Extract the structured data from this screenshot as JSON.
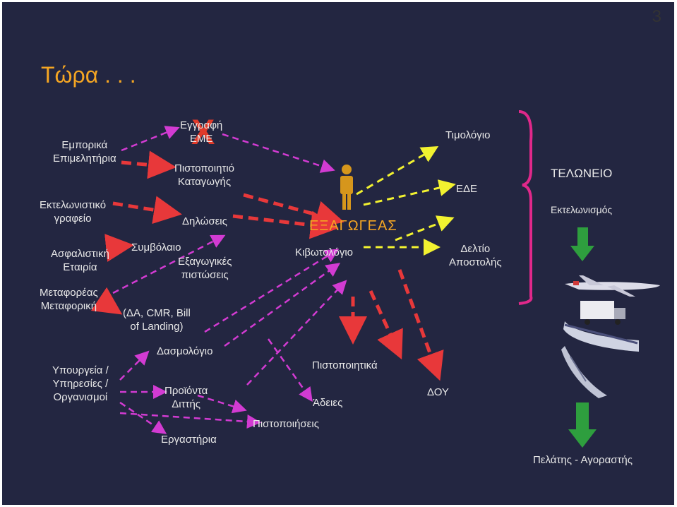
{
  "page_number": "3",
  "title": "Τώρα . . .",
  "center": {
    "label": "ΕΞΑΓΩΓΕΑΣ"
  },
  "left_entities": {
    "chambers": [
      "Εμπορικά",
      "Επιμελητήρια"
    ],
    "customs_office": [
      "Εκτελωνιστικό",
      "γραφείο"
    ],
    "insurance": [
      "Ασφαλιστική",
      "Εταιρία"
    ],
    "carrier": [
      "Μεταφορέας",
      "Μεταφορική"
    ],
    "ministries": [
      "Υπουργεία /",
      "Υπηρεσίες /",
      "Οργανισμοί"
    ]
  },
  "documents": {
    "registration": [
      "Εγγραφή",
      "ΕΜΕ"
    ],
    "registration_certificate": [
      "Πιστοποιητιό",
      "Καταγωγής"
    ],
    "declarations": "Δηλώσεις",
    "contract": "Συμβόλαιο",
    "export_credits": [
      "Εξαγωγικές",
      "πιστώσεις"
    ],
    "transport_docs": [
      "(ΔΑ, CMR, Bill",
      "of Landing)"
    ],
    "tariff": "Δασμολόγιο",
    "dual_products": [
      "Προϊόντα",
      "Διττής"
    ],
    "laboratories": "Εργαστήρια",
    "certifications": "Πιστοποιήσεις",
    "certificates": "Πιστοποιητικά",
    "permits": "Άδειες",
    "packing_list": "Κιβωτολόγιο",
    "doy": "ΔΟΥ",
    "invoice": "Τιμολόγιο",
    "ede": "ΕΔΕ",
    "delivery_note": [
      "Δελτίο",
      "Αποστολής"
    ]
  },
  "right": {
    "customs": "ΤΕΛΩΝΕΙΟ",
    "clearance": "Εκτελωνισμός",
    "buyer": "Πελάτης - Αγοραστής"
  },
  "colors": {
    "background": "#232641",
    "title": "#f5a623",
    "red_arrows": "#e8383a",
    "magenta_arrows": "#d23bd2",
    "yellow_arrows": "#f2f230",
    "green_arrows": "#2e9e3e",
    "brace": "#e0288a",
    "x_mark": "#e03a2a"
  },
  "icons": [
    "person-icon",
    "x-mark-icon",
    "airplane-icon",
    "truck-icon",
    "train-icon",
    "ship-icon"
  ]
}
